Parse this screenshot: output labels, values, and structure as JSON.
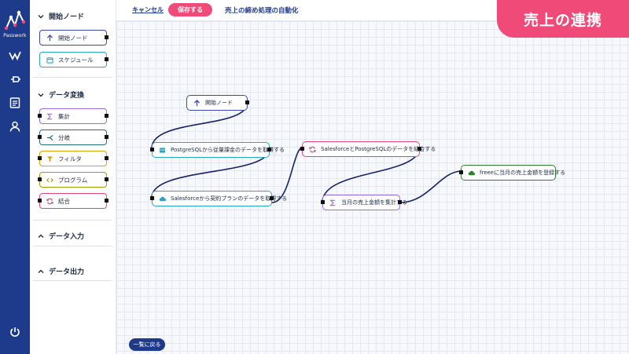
{
  "rail": {
    "logo_text": "Passwork",
    "icons": [
      "activity-icon",
      "plug-icon",
      "document-icon",
      "user-icon",
      "power-icon"
    ]
  },
  "palette": {
    "sections": [
      {
        "title": "開始ノード",
        "expanded": true,
        "items": [
          {
            "label": "開始ノード",
            "icon": "arrow-up-icon",
            "color": "#3949ab"
          },
          {
            "label": "スケジュール",
            "icon": "calendar-icon",
            "color": "#26a6c9"
          }
        ]
      },
      {
        "title": "データ変換",
        "expanded": true,
        "items": [
          {
            "label": "集計",
            "icon": "sigma-icon",
            "color": "#9c6ade"
          },
          {
            "label": "分岐",
            "icon": "branch-icon",
            "color": "#1f6f7a"
          },
          {
            "label": "フィルタ",
            "icon": "funnel-icon",
            "color": "#d9a400"
          },
          {
            "label": "プログラム",
            "icon": "code-icon",
            "color": "#9aa400"
          },
          {
            "label": "結合",
            "icon": "merge-icon",
            "color": "#e0457a"
          }
        ]
      },
      {
        "title": "データ入力",
        "expanded": false,
        "items": []
      },
      {
        "title": "データ出力",
        "expanded": false,
        "items": []
      }
    ]
  },
  "topbar": {
    "cancel_label": "キャンセル",
    "save_label": "保存する",
    "flow_title": "売上の締め処理の自動化"
  },
  "banner": {
    "text": "売上の連携"
  },
  "canvas": {
    "nodes": [
      {
        "id": "start",
        "label": "開始ノード",
        "icon": "arrow-up-icon",
        "color": "#3949ab"
      },
      {
        "id": "pg",
        "label": "PostgreSQLから従量課金のデータを取得する",
        "icon": "database-icon",
        "color": "#26a6c9"
      },
      {
        "id": "sf",
        "label": "Salesforceから契約プランのデータを取得する",
        "icon": "cloud-icon",
        "color": "#26a6c9"
      },
      {
        "id": "join",
        "label": "SalesforceとPostgreSQLのデータを結合する",
        "icon": "merge-icon",
        "color": "#e0457a"
      },
      {
        "id": "agg",
        "label": "当月の売上金額を集計する",
        "icon": "sigma-icon",
        "color": "#9c6ade"
      },
      {
        "id": "freee",
        "label": "freeeに当月の売上金額を登録する",
        "icon": "cloud-icon",
        "color": "#2e7d32"
      }
    ],
    "edge_color": "#14206b"
  },
  "footer": {
    "back_label": "一覧に戻る"
  }
}
